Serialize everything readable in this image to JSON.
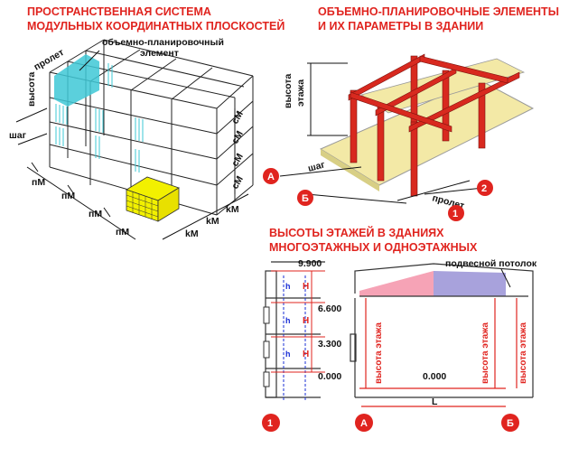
{
  "titles": {
    "left_line1": "ПРОСТРАНСТВЕННАЯ СИСТЕМА",
    "left_line2": "МОДУЛЬНЫХ КООРДИНАТНЫХ ПЛОСКОСТЕЙ",
    "right_line1": "ОБЪЕМНО-ПЛАНИРОВОЧНЫЕ ЭЛЕМЕНТЫ",
    "right_line2": "И ИХ ПАРАМЕТРЫ В ЗДАНИИ",
    "bottom_line1": "ВЫСОТЫ ЭТАЖЕЙ В ЗДАНИЯХ",
    "bottom_line2": "МНОГОЭТАЖНЫХ И ОДНОЭТАЖНЫХ"
  },
  "grid_diagram": {
    "element_label_1": "объемно-планировочный",
    "element_label_2": "элемент",
    "span": "пролет",
    "height": "высота",
    "step": "шаг",
    "pM": "пМ",
    "kM": "kМ",
    "cM": "сМ"
  },
  "frame_diagram": {
    "floor_height_1": "высота",
    "floor_height_2": "этажа",
    "step": "шаг",
    "span": "пролет",
    "marker_A": "А",
    "marker_B": "Б",
    "marker_1": "1",
    "marker_2": "2"
  },
  "section_diagram": {
    "elev_top": "9.900",
    "elev_3": "6.600",
    "elev_2": "3.300",
    "elev_0": "0.000",
    "elev_floor": "0.000",
    "h": "h",
    "H": "H",
    "floor_height": "высота этажа",
    "suspended_ceiling": "подвесной потолок",
    "L": "L",
    "marker_1": "1",
    "marker_A": "А",
    "marker_B": "Б"
  },
  "colors": {
    "red": "#e0241f",
    "cyan": "#3ec8d6",
    "yellow": "#f2f000",
    "slab": "#f3e9a6",
    "pink": "#f6a3b6",
    "lavender": "#a8a2dc",
    "blue": "#1a2fd6"
  }
}
